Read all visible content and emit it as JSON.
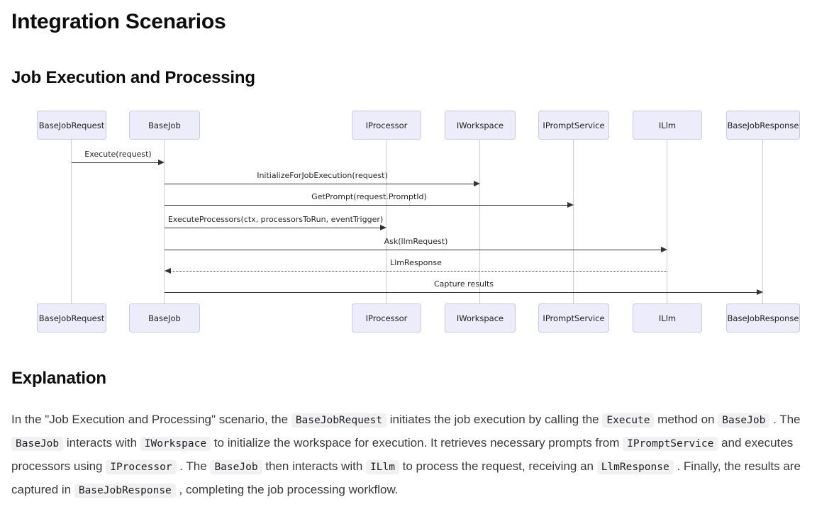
{
  "page": {
    "title": "Integration Scenarios",
    "section_title": "Job Execution and Processing",
    "explanation_title": "Explanation"
  },
  "diagram": {
    "type": "sequence",
    "actors": [
      "BaseJobRequest",
      "BaseJob",
      "IProcessor",
      "IWorkspace",
      "IPromptService",
      "ILlm",
      "BaseJobResponse"
    ],
    "messages": [
      {
        "from": "BaseJobRequest",
        "to": "BaseJob",
        "label": "Execute(request)",
        "line": "solid"
      },
      {
        "from": "BaseJob",
        "to": "IWorkspace",
        "label": "InitializeForJobExecution(request)",
        "line": "solid"
      },
      {
        "from": "BaseJob",
        "to": "IPromptService",
        "label": "GetPrompt(request.PromptId)",
        "line": "solid"
      },
      {
        "from": "BaseJob",
        "to": "IProcessor",
        "label": "ExecuteProcessors(ctx, processorsToRun, eventTrigger)",
        "line": "solid"
      },
      {
        "from": "BaseJob",
        "to": "ILlm",
        "label": "Ask(llmRequest)",
        "line": "solid"
      },
      {
        "from": "ILlm",
        "to": "BaseJob",
        "label": "LlmResponse",
        "line": "dotted"
      },
      {
        "from": "BaseJob",
        "to": "BaseJobResponse",
        "label": "Capture results",
        "line": "solid"
      }
    ],
    "colors": {
      "actor_fill": "#ececfa",
      "actor_border": "#c9c9e8",
      "lifeline": "#cbcbe3",
      "arrow": "#333333"
    }
  },
  "explanation": {
    "segments": [
      {
        "type": "text",
        "v": "In the \"Job Execution and Processing\" scenario, the "
      },
      {
        "type": "code",
        "v": "BaseJobRequest"
      },
      {
        "type": "text",
        "v": " initiates the job execution by calling the "
      },
      {
        "type": "code",
        "v": "Execute"
      },
      {
        "type": "text",
        "v": " method on "
      },
      {
        "type": "code",
        "v": "BaseJob"
      },
      {
        "type": "text",
        "v": " . The "
      },
      {
        "type": "code",
        "v": "BaseJob"
      },
      {
        "type": "text",
        "v": " interacts with "
      },
      {
        "type": "code",
        "v": "IWorkspace"
      },
      {
        "type": "text",
        "v": " to initialize the workspace for execution. It retrieves necessary prompts from "
      },
      {
        "type": "code",
        "v": "IPromptService"
      },
      {
        "type": "text",
        "v": " and executes processors using "
      },
      {
        "type": "code",
        "v": "IProcessor"
      },
      {
        "type": "text",
        "v": " . The "
      },
      {
        "type": "code",
        "v": "BaseJob"
      },
      {
        "type": "text",
        "v": " then interacts with "
      },
      {
        "type": "code",
        "v": "ILlm"
      },
      {
        "type": "text",
        "v": " to process the request, receiving an "
      },
      {
        "type": "code",
        "v": "LlmResponse"
      },
      {
        "type": "text",
        "v": " . Finally, the results are captured in "
      },
      {
        "type": "code",
        "v": "BaseJobResponse"
      },
      {
        "type": "text",
        "v": " , completing the job processing workflow."
      }
    ]
  }
}
